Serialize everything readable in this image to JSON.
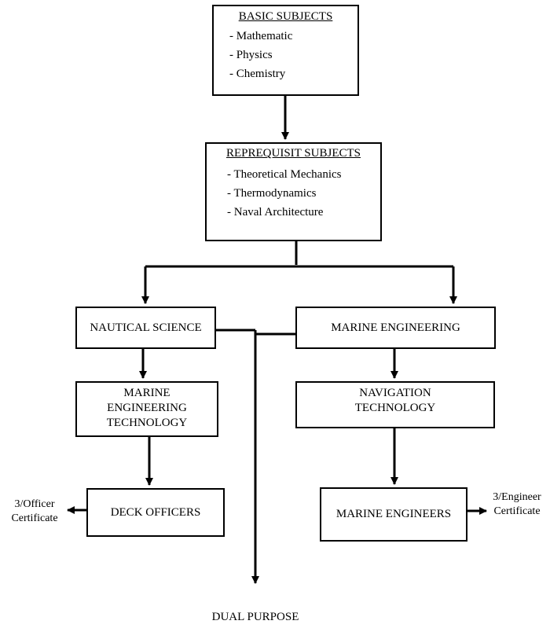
{
  "basic_subjects": {
    "title": "BASIC SUBJECTS",
    "items": [
      "- Mathematic",
      "- Physics",
      "- Chemistry"
    ]
  },
  "prerequisit_subjects": {
    "title": "REPREQUISIT SUBJECTS",
    "items": [
      "- Theoretical Mechanics",
      "- Thermodynamics",
      "- Naval Architecture"
    ]
  },
  "nautical_science": "NAUTICAL SCIENCE",
  "marine_engineering": "MARINE ENGINEERING",
  "marine_engineering_technology": [
    "MARINE",
    "ENGINEERING",
    "TECHNOLOGY"
  ],
  "navigation_technology": [
    "NAVIGATION",
    "TECHNOLOGY"
  ],
  "deck_officers": "DECK OFFICERS",
  "marine_engineers": "MARINE ENGINEERS",
  "officer_certificate": [
    "3/Officer",
    "Certificate"
  ],
  "engineer_certificate": [
    "3/Engineer",
    "Certificate"
  ],
  "dual_purpose": "DUAL PURPOSE"
}
